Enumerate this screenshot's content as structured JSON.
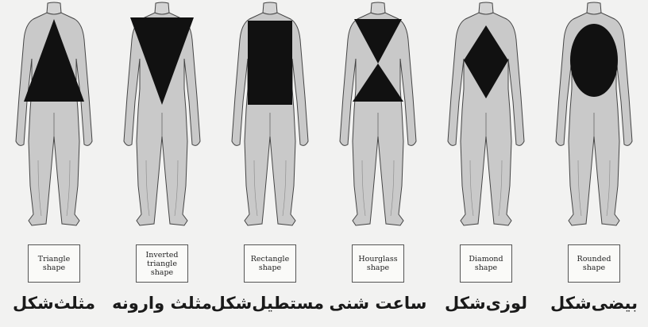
{
  "figures": [
    {
      "name": "triangle",
      "en_lines": [
        "Triangle",
        "shape"
      ],
      "fa": "مثلث‌شکل"
    },
    {
      "name": "inverted-triangle",
      "en_lines": [
        "Inverted",
        "triangle",
        "shape"
      ],
      "fa": "مثلث وارونه"
    },
    {
      "name": "rectangle",
      "en_lines": [
        "Rectangle",
        "shape"
      ],
      "fa": "مستطیل‌شکل"
    },
    {
      "name": "hourglass",
      "en_lines": [
        "Hourglass",
        "shape"
      ],
      "fa": "ساعت شنی"
    },
    {
      "name": "diamond",
      "en_lines": [
        "Diamond",
        "shape"
      ],
      "fa": "لوزی‌شکل"
    },
    {
      "name": "rounded",
      "en_lines": [
        "Rounded",
        "shape"
      ],
      "fa": "بیضی‌شکل"
    }
  ],
  "colors": {
    "body_fill": "#c9c9c9",
    "body_stroke": "#444444",
    "shape_fill": "#111111",
    "background": "#f2f2f1"
  }
}
